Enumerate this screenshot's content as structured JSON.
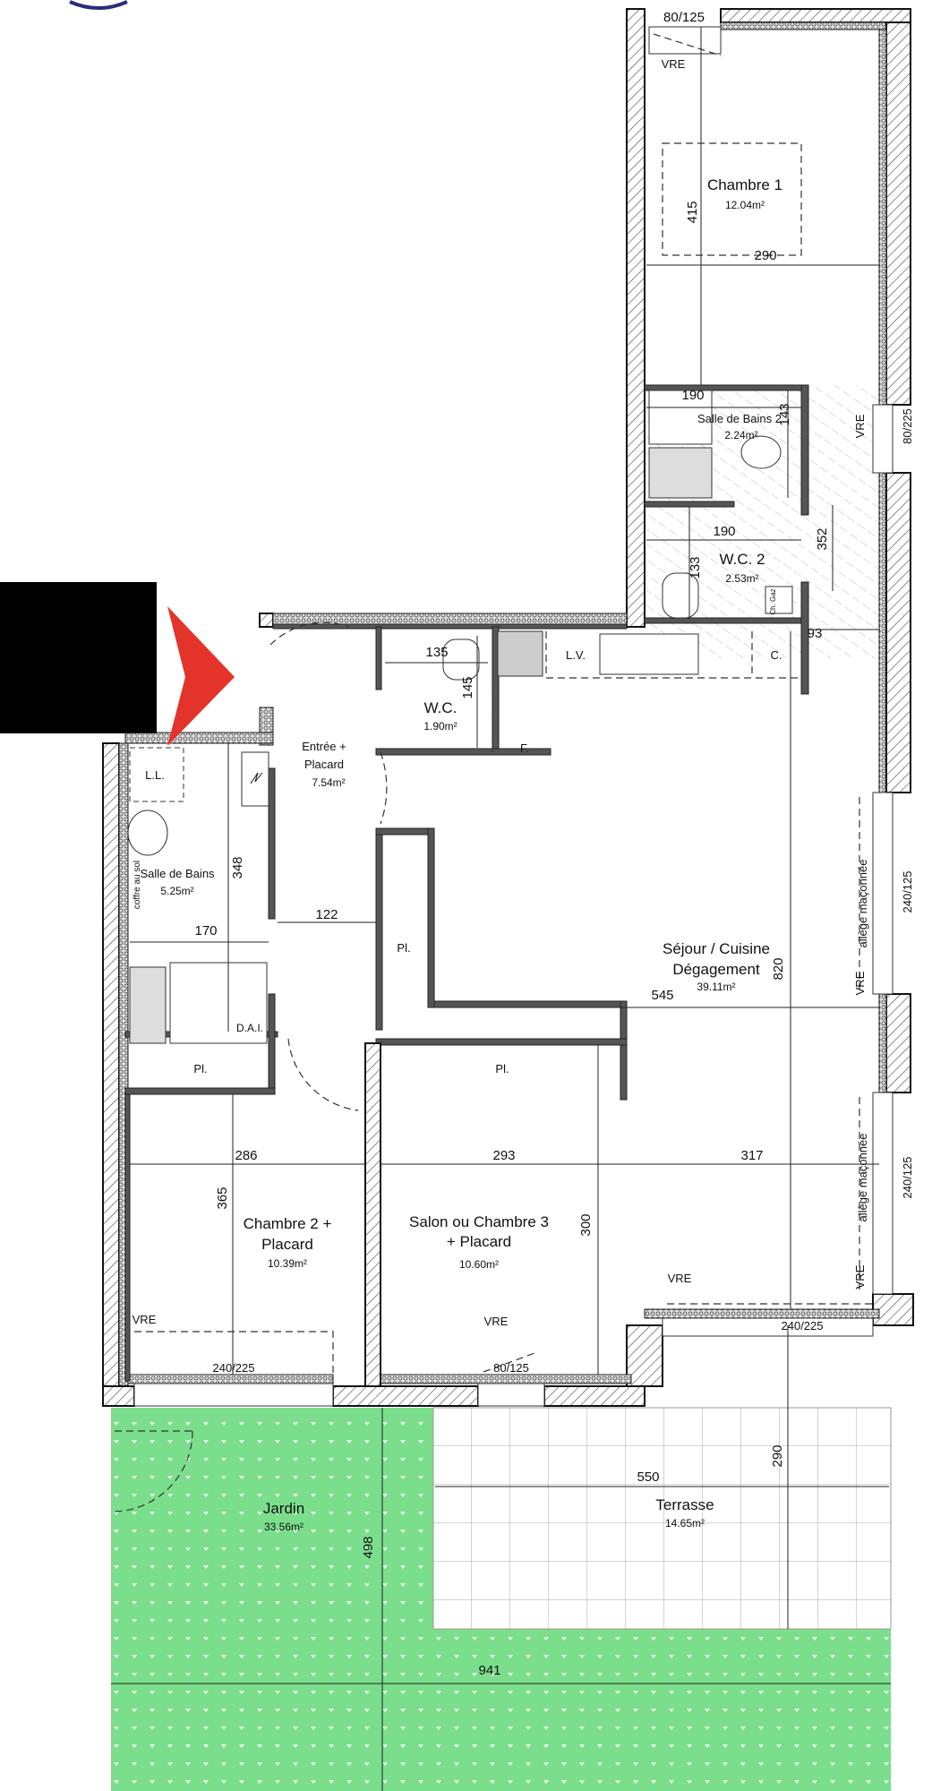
{
  "colors": {
    "garden": "#7BDE8C",
    "arrow": "#E4332A",
    "wall": "#111111",
    "terrace_grid": "#9a9a9a"
  },
  "rooms": {
    "chambre1": {
      "name": "Chambre 1",
      "area": "12.04m²"
    },
    "sdb2": {
      "name": "Salle de Bains 2",
      "area": "2.24m²"
    },
    "wc2": {
      "name": "W.C. 2",
      "area": "2.53m²"
    },
    "wc": {
      "name": "W.C.",
      "area": "1.90m²"
    },
    "entree": {
      "name1": "Entrée +",
      "name2": "Placard",
      "area": "7.54m²"
    },
    "sdb": {
      "name": "Salle de Bains",
      "area": "5.25m²"
    },
    "sejour": {
      "name1": "Séjour / Cuisine",
      "name2": "Dégagement",
      "area": "39.11m²"
    },
    "chambre2": {
      "name1": "Chambre 2 +",
      "name2": "Placard",
      "area": "10.39m²"
    },
    "chambre3": {
      "name1": "Salon ou Chambre 3",
      "name2": "+ Placard",
      "area": "10.60m²"
    },
    "terrasse": {
      "name": "Terrasse",
      "area": "14.65m²"
    },
    "jardin": {
      "name": "Jardin",
      "area": "33.56m²"
    }
  },
  "fixtures": {
    "ll": "L.L.",
    "lv": "L.V.",
    "c": "C.",
    "f": "F.",
    "pl": "Pl.",
    "dai": "D.A.I.",
    "coffre": "coffre au sol",
    "chgaz": "Ch. Gaz"
  },
  "windows": {
    "top": "80/125",
    "ch1_right": "80/225",
    "sejour_right1": "240/125",
    "sejour_right2": "240/125",
    "terrace": "240/225",
    "ch2": "240/225",
    "ch3": "80/125",
    "vre": "VRE",
    "allege": "allège maçonnée"
  },
  "dimensions": {
    "d415": "415",
    "d290": "290",
    "d190a": "190",
    "d143": "143",
    "d190b": "190",
    "d133": "133",
    "d352": "352",
    "d93": "93",
    "d135": "135",
    "d145": "145",
    "d348": "348",
    "d170": "170",
    "d122": "122",
    "d545": "545",
    "d820": "820",
    "d286": "286",
    "d293": "293",
    "d317": "317",
    "d365": "365",
    "d300": "300",
    "d550": "550",
    "d290t": "290",
    "d498": "498",
    "d941": "941"
  }
}
